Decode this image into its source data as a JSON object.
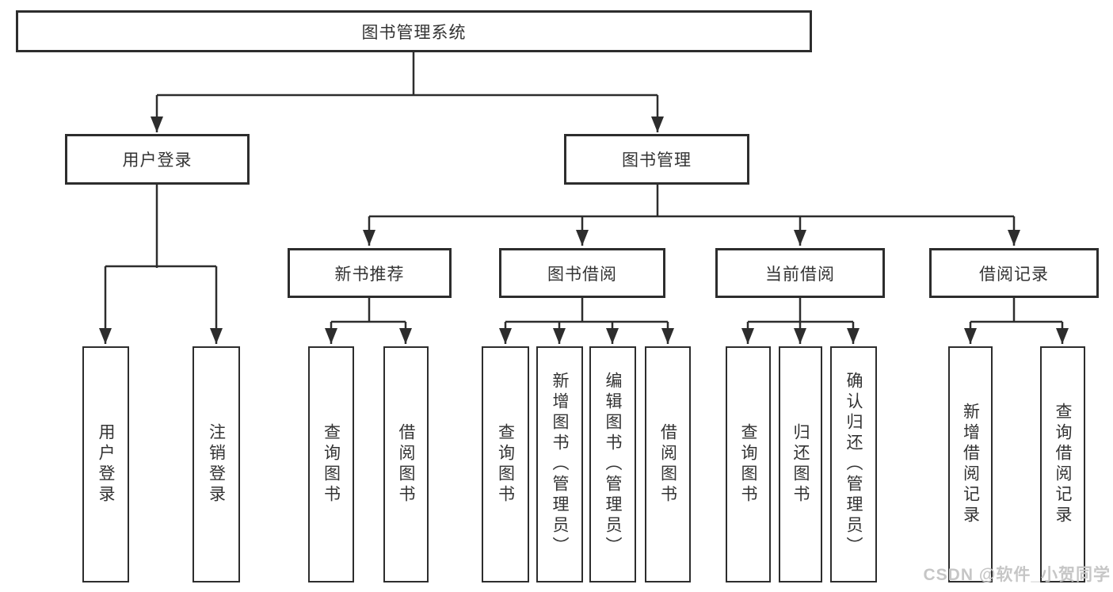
{
  "diagram": {
    "root": {
      "label": "图书管理系统"
    },
    "branches": {
      "user_login": {
        "label": "用户登录",
        "children": [
          "用户登录",
          "注销登录"
        ]
      },
      "book_management": {
        "label": "图书管理"
      }
    },
    "modules": [
      {
        "label": "新书推荐",
        "children": [
          "查询图书",
          "借阅图书"
        ]
      },
      {
        "label": "图书借阅",
        "children": [
          "查询图书",
          "新增图书（管理员）",
          "编辑图书（管理员）",
          "借阅图书"
        ]
      },
      {
        "label": "当前借阅",
        "children": [
          "查询图书",
          "归还图书",
          "确认归还（管理员）"
        ]
      },
      {
        "label": "借阅记录",
        "children": [
          "新增借阅记录",
          "查询借阅记录"
        ]
      }
    ]
  },
  "watermark": {
    "text": "CSDN @软件_小贺同学"
  },
  "colors": {
    "line": "#2d2d2d",
    "text": "#333333",
    "watermark": "#c6c6c6",
    "background": "#ffffff"
  }
}
